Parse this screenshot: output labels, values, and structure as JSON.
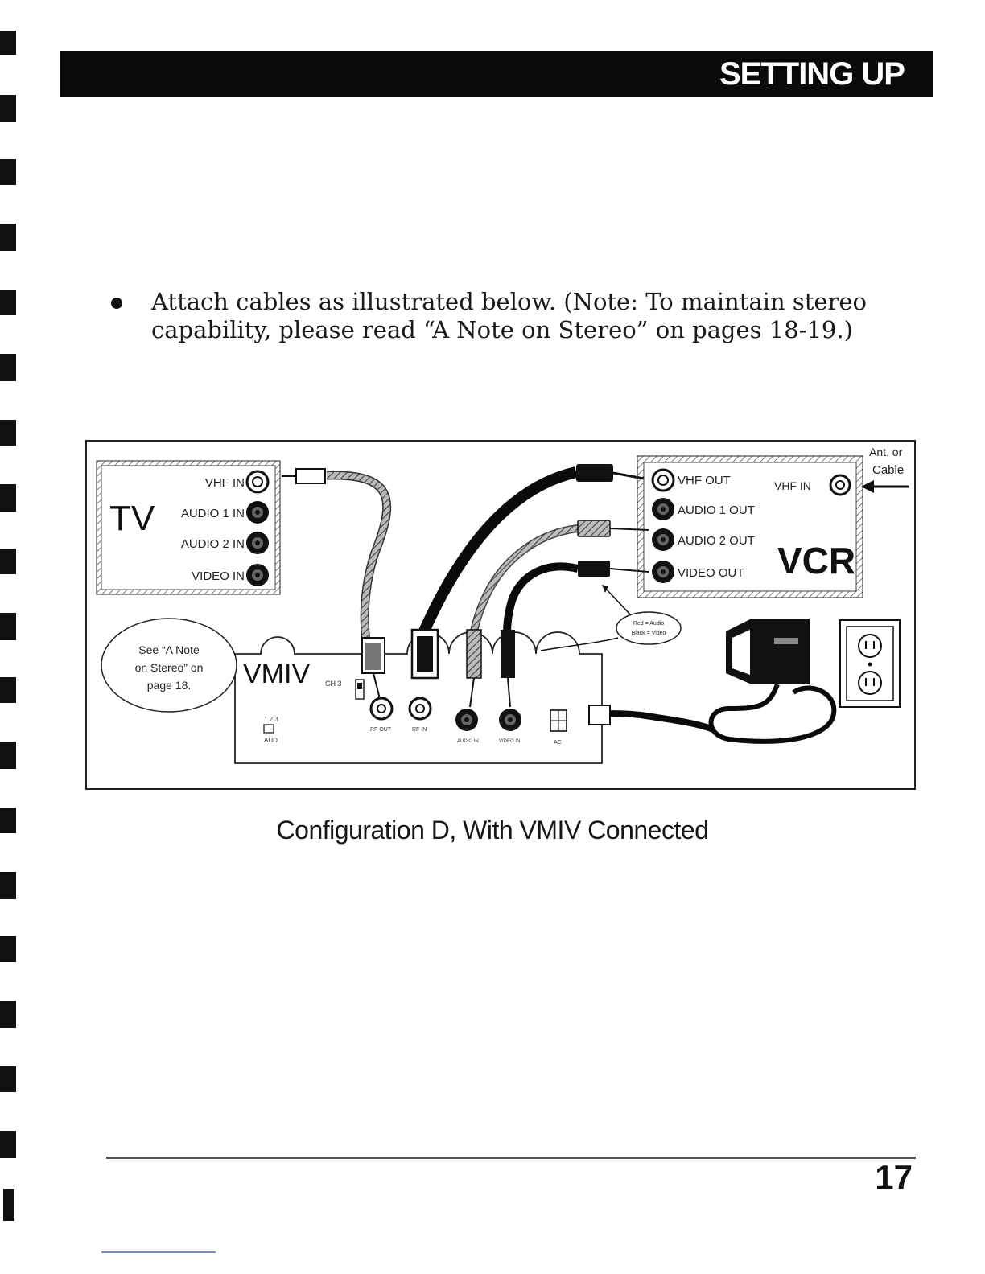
{
  "header": {
    "title": "SETTING UP"
  },
  "instruction": {
    "text": "Attach cables as illustrated below.  (Note:  To maintain stereo capability, please read “A Note on Stereo” on pages 18-19.)"
  },
  "diagram": {
    "tv": {
      "title": "TV",
      "ports": [
        "VHF IN",
        "AUDIO 1 IN",
        "AUDIO 2 IN",
        "VIDEO IN"
      ]
    },
    "vcr": {
      "title": "VCR",
      "ports": [
        "VHF OUT",
        "AUDIO 1 OUT",
        "AUDIO 2 OUT",
        "VIDEO OUT"
      ],
      "vhf_in": "VHF IN"
    },
    "antenna": {
      "line1": "Ant. or",
      "line2": "Cable"
    },
    "vmiv": {
      "title": "VMIV",
      "ch_label": "CH 3",
      "switch_numbers": "1 2 3",
      "aud_label": "AUD",
      "ports": [
        "RF OUT",
        "RF IN",
        "AUDIO IN",
        "VIDEO IN",
        "AC"
      ]
    },
    "note_bubble": {
      "line1": "See “A Note",
      "line2": "on Stereo” on",
      "line3": "page 18."
    },
    "color_bubble": {
      "line1": "Red = Audio",
      "line2": "Black = Video"
    }
  },
  "caption": "Configuration D, With VMIV Connected",
  "footer": {
    "page_number": "17"
  }
}
